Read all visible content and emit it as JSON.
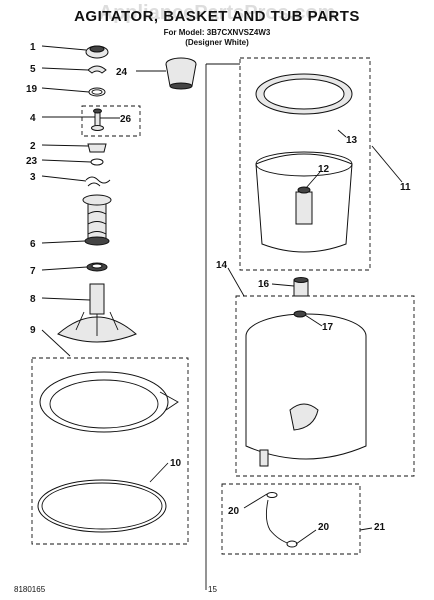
{
  "watermark": "AppliancePartsPros.com",
  "header": {
    "title": "AGITATOR, BASKET AND TUB PARTS",
    "model_line": "For Model: 3B7CXNVSZ4W3",
    "color_line": "(Designer White)"
  },
  "footer": {
    "part_number": "8180165",
    "page_number": "15"
  },
  "callouts": [
    {
      "id": "c1",
      "text": "1"
    },
    {
      "id": "c5",
      "text": "5"
    },
    {
      "id": "c19",
      "text": "19"
    },
    {
      "id": "c4",
      "text": "4"
    },
    {
      "id": "c26",
      "text": "26"
    },
    {
      "id": "c2",
      "text": "2"
    },
    {
      "id": "c23",
      "text": "23"
    },
    {
      "id": "c3",
      "text": "3"
    },
    {
      "id": "c6",
      "text": "6"
    },
    {
      "id": "c7",
      "text": "7"
    },
    {
      "id": "c8",
      "text": "8"
    },
    {
      "id": "c9",
      "text": "9"
    },
    {
      "id": "c10",
      "text": "10"
    },
    {
      "id": "c24",
      "text": "24"
    },
    {
      "id": "c13",
      "text": "13"
    },
    {
      "id": "c11",
      "text": "11"
    },
    {
      "id": "c12",
      "text": "12"
    },
    {
      "id": "c14",
      "text": "14"
    },
    {
      "id": "c16",
      "text": "16"
    },
    {
      "id": "c17",
      "text": "17"
    },
    {
      "id": "c20a",
      "text": "20"
    },
    {
      "id": "c20b",
      "text": "20"
    },
    {
      "id": "c21",
      "text": "21"
    }
  ]
}
